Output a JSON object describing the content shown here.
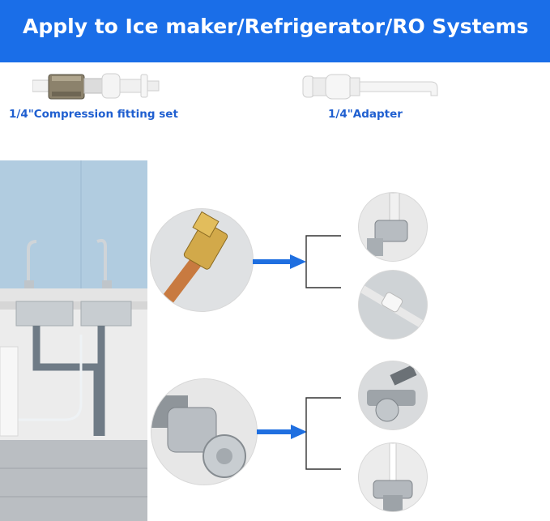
{
  "banner": {
    "title": "Apply to Ice maker/Refrigerator/RO Systems",
    "color": "#1a6ee8"
  },
  "products": [
    {
      "label": "1/4\"Compression fitting set",
      "icon": "compression-fitting-set-icon"
    },
    {
      "label": "1/4\"Adapter",
      "icon": "tube-adapter-icon"
    }
  ],
  "colors": {
    "label_blue": "#1f5fd0",
    "arrow_blue": "#1f6fe0",
    "bracket": "#333333"
  }
}
